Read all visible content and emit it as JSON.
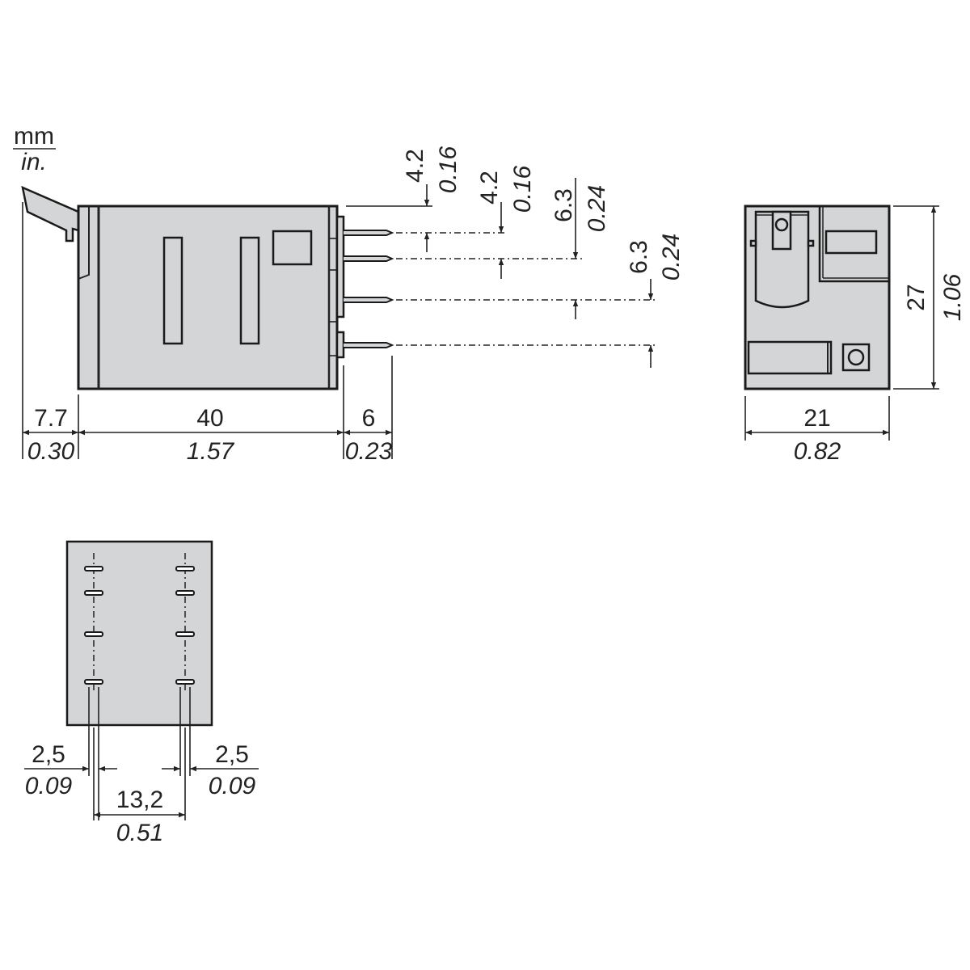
{
  "units": {
    "primary": "mm",
    "secondary": "in."
  },
  "side_view": {
    "overall_left": {
      "mm": "7.7",
      "in": "0.30"
    },
    "body_length": {
      "mm": "40",
      "in": "1.57"
    },
    "pin_length": {
      "mm": "6",
      "in": "0.23"
    },
    "pin_offsets": [
      {
        "mm": "4.2",
        "in": "0.16"
      },
      {
        "mm": "4.2",
        "in": "0.16"
      },
      {
        "mm": "6.3",
        "in": "0.24"
      },
      {
        "mm": "6.3",
        "in": "0.24"
      }
    ]
  },
  "front_view": {
    "width": {
      "mm": "21",
      "in": "0.82"
    },
    "height": {
      "mm": "27",
      "in": "1.06"
    }
  },
  "bottom_view": {
    "pin_width_left": {
      "mm": "2,5",
      "in": "0.09"
    },
    "pin_width_right": {
      "mm": "2,5",
      "in": "0.09"
    },
    "row_spacing": {
      "mm": "13,2",
      "in": "0.51"
    }
  }
}
